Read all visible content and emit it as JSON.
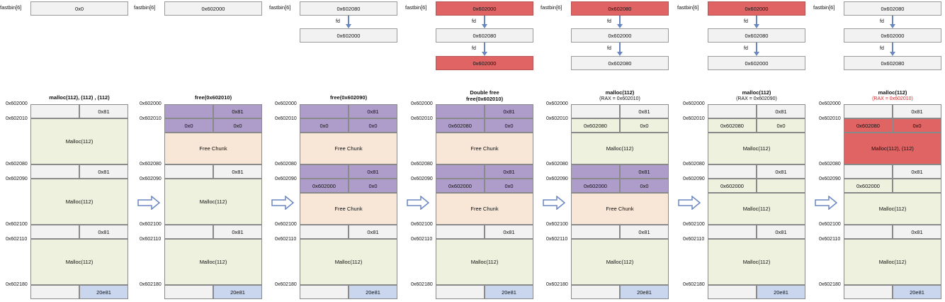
{
  "colors": {
    "grey": "#f2f2f2",
    "green": "#edf1dd",
    "purple": "#ae9dcb",
    "peach": "#f8e6d6",
    "blue": "#c9d6ee",
    "red": "#e06464",
    "arrow": "#6a86c0"
  },
  "addresses": [
    "0x602000",
    "0x602010",
    "0x602080",
    "0x602090",
    "0x602100",
    "0x602110",
    "0x602180"
  ],
  "fastbin_label": "fastbin[6]",
  "fd_label": "fd",
  "panels": [
    {
      "fastbin": [
        {
          "value": "0x0",
          "red": false
        }
      ],
      "title": "malloc(112), (112) , (112)",
      "subtitle": "",
      "subtitle_red": false,
      "memory": [
        {
          "h": 20,
          "cells": [
            {
              "t": "",
              "c": "grey",
              "w": 0.5
            },
            {
              "t": "0x81",
              "c": "grey",
              "w": 0.5
            }
          ]
        },
        {
          "h": 65,
          "cells": [
            {
              "t": "Malloc(112)",
              "c": "green",
              "w": 1
            }
          ]
        },
        {
          "h": 20,
          "cells": [
            {
              "t": "",
              "c": "grey",
              "w": 0.5
            },
            {
              "t": "0x81",
              "c": "grey",
              "w": 0.5
            }
          ]
        },
        {
          "h": 65,
          "cells": [
            {
              "t": "Malloc(112)",
              "c": "green",
              "w": 1
            }
          ]
        },
        {
          "h": 20,
          "cells": [
            {
              "t": "",
              "c": "grey",
              "w": 0.5
            },
            {
              "t": "0x81",
              "c": "grey",
              "w": 0.5
            }
          ]
        },
        {
          "h": 65,
          "cells": [
            {
              "t": "Malloc(112)",
              "c": "green",
              "w": 1
            }
          ]
        },
        {
          "h": 20,
          "cells": [
            {
              "t": "",
              "c": "grey",
              "w": 0.5
            },
            {
              "t": "20e81",
              "c": "blue",
              "w": 0.5
            }
          ]
        }
      ]
    },
    {
      "fastbin": [
        {
          "value": "0x602000",
          "red": false
        }
      ],
      "title": "free(0x602010)",
      "subtitle": "",
      "subtitle_red": false,
      "memory": [
        {
          "h": 20,
          "cells": [
            {
              "t": "",
              "c": "purple",
              "w": 0.5
            },
            {
              "t": "0x81",
              "c": "purple",
              "w": 0.5
            }
          ]
        },
        {
          "h": 20,
          "cells": [
            {
              "t": "0x0",
              "c": "purple",
              "w": 0.5
            },
            {
              "t": "0x0",
              "c": "purple",
              "w": 0.5
            }
          ]
        },
        {
          "h": 45,
          "cells": [
            {
              "t": "Free Chunk",
              "c": "peach",
              "w": 1
            }
          ]
        },
        {
          "h": 20,
          "cells": [
            {
              "t": "",
              "c": "grey",
              "w": 0.5
            },
            {
              "t": "0x81",
              "c": "grey",
              "w": 0.5
            }
          ]
        },
        {
          "h": 65,
          "cells": [
            {
              "t": "Malloc(112)",
              "c": "green",
              "w": 1
            }
          ]
        },
        {
          "h": 20,
          "cells": [
            {
              "t": "",
              "c": "grey",
              "w": 0.5
            },
            {
              "t": "0x81",
              "c": "grey",
              "w": 0.5
            }
          ]
        },
        {
          "h": 65,
          "cells": [
            {
              "t": "Malloc(112)",
              "c": "green",
              "w": 1
            }
          ]
        },
        {
          "h": 20,
          "cells": [
            {
              "t": "",
              "c": "grey",
              "w": 0.5
            },
            {
              "t": "20e81",
              "c": "blue",
              "w": 0.5
            }
          ]
        }
      ]
    },
    {
      "fastbin": [
        {
          "value": "0x602080",
          "red": false
        },
        {
          "value": "0x602000",
          "red": false
        }
      ],
      "title": "free(0x602090)",
      "subtitle": "",
      "subtitle_red": false,
      "memory": [
        {
          "h": 20,
          "cells": [
            {
              "t": "",
              "c": "purple",
              "w": 0.5
            },
            {
              "t": "0x81",
              "c": "purple",
              "w": 0.5
            }
          ]
        },
        {
          "h": 20,
          "cells": [
            {
              "t": "0x0",
              "c": "purple",
              "w": 0.5
            },
            {
              "t": "0x0",
              "c": "purple",
              "w": 0.5
            }
          ]
        },
        {
          "h": 45,
          "cells": [
            {
              "t": "Free Chunk",
              "c": "peach",
              "w": 1
            }
          ]
        },
        {
          "h": 20,
          "cells": [
            {
              "t": "",
              "c": "purple",
              "w": 0.5
            },
            {
              "t": "0x81",
              "c": "purple",
              "w": 0.5
            }
          ]
        },
        {
          "h": 20,
          "cells": [
            {
              "t": "0x602000",
              "c": "purple",
              "w": 0.5
            },
            {
              "t": "0x0",
              "c": "purple",
              "w": 0.5
            }
          ]
        },
        {
          "h": 45,
          "cells": [
            {
              "t": "Free Chunk",
              "c": "peach",
              "w": 1
            }
          ]
        },
        {
          "h": 20,
          "cells": [
            {
              "t": "",
              "c": "grey",
              "w": 0.5
            },
            {
              "t": "0x81",
              "c": "grey",
              "w": 0.5
            }
          ]
        },
        {
          "h": 65,
          "cells": [
            {
              "t": "Malloc(112)",
              "c": "green",
              "w": 1
            }
          ]
        },
        {
          "h": 20,
          "cells": [
            {
              "t": "",
              "c": "grey",
              "w": 0.5
            },
            {
              "t": "20e81",
              "c": "blue",
              "w": 0.5
            }
          ]
        }
      ]
    },
    {
      "fastbin": [
        {
          "value": "0x602000",
          "red": true
        },
        {
          "value": "0x602080",
          "red": false
        },
        {
          "value": "0x602000",
          "red": true
        }
      ],
      "title": "Double free",
      "subtitle": "free(0x602010)",
      "subtitle_red": false,
      "memory": [
        {
          "h": 20,
          "cells": [
            {
              "t": "",
              "c": "purple",
              "w": 0.5
            },
            {
              "t": "0x81",
              "c": "purple",
              "w": 0.5
            }
          ]
        },
        {
          "h": 20,
          "cells": [
            {
              "t": "0x602080",
              "c": "purple",
              "w": 0.5
            },
            {
              "t": "0x0",
              "c": "purple",
              "w": 0.5
            }
          ]
        },
        {
          "h": 45,
          "cells": [
            {
              "t": "Free Chunk",
              "c": "peach",
              "w": 1
            }
          ]
        },
        {
          "h": 20,
          "cells": [
            {
              "t": "",
              "c": "purple",
              "w": 0.5
            },
            {
              "t": "0x81",
              "c": "purple",
              "w": 0.5
            }
          ]
        },
        {
          "h": 20,
          "cells": [
            {
              "t": "0x602000",
              "c": "purple",
              "w": 0.5
            },
            {
              "t": "0x0",
              "c": "purple",
              "w": 0.5
            }
          ]
        },
        {
          "h": 45,
          "cells": [
            {
              "t": "Free Chunk",
              "c": "peach",
              "w": 1
            }
          ]
        },
        {
          "h": 20,
          "cells": [
            {
              "t": "",
              "c": "grey",
              "w": 0.5
            },
            {
              "t": "0x81",
              "c": "grey",
              "w": 0.5
            }
          ]
        },
        {
          "h": 65,
          "cells": [
            {
              "t": "Malloc(112)",
              "c": "green",
              "w": 1
            }
          ]
        },
        {
          "h": 20,
          "cells": [
            {
              "t": "",
              "c": "grey",
              "w": 0.5
            },
            {
              "t": "20e81",
              "c": "blue",
              "w": 0.5
            }
          ]
        }
      ]
    },
    {
      "fastbin": [
        {
          "value": "0x602080",
          "red": true
        },
        {
          "value": "0x602000",
          "red": false
        },
        {
          "value": "0x602080",
          "red": false
        }
      ],
      "title": "malloc(112)",
      "subtitle": "(RAX = 0x602010)",
      "subtitle_red": false,
      "memory": [
        {
          "h": 20,
          "cells": [
            {
              "t": "",
              "c": "grey",
              "w": 0.5
            },
            {
              "t": "0x81",
              "c": "grey",
              "w": 0.5
            }
          ]
        },
        {
          "h": 20,
          "cells": [
            {
              "t": "0x602080",
              "c": "green",
              "w": 0.5
            },
            {
              "t": "0x0",
              "c": "green",
              "w": 0.5
            }
          ]
        },
        {
          "h": 45,
          "cells": [
            {
              "t": "Malloc(112)",
              "c": "green",
              "w": 1
            }
          ]
        },
        {
          "h": 20,
          "cells": [
            {
              "t": "",
              "c": "purple",
              "w": 0.5
            },
            {
              "t": "0x81",
              "c": "purple",
              "w": 0.5
            }
          ]
        },
        {
          "h": 20,
          "cells": [
            {
              "t": "0x602000",
              "c": "purple",
              "w": 0.5
            },
            {
              "t": "0x0",
              "c": "purple",
              "w": 0.5
            }
          ]
        },
        {
          "h": 45,
          "cells": [
            {
              "t": "Free Chunk",
              "c": "peach",
              "w": 1
            }
          ]
        },
        {
          "h": 20,
          "cells": [
            {
              "t": "",
              "c": "grey",
              "w": 0.5
            },
            {
              "t": "0x81",
              "c": "grey",
              "w": 0.5
            }
          ]
        },
        {
          "h": 65,
          "cells": [
            {
              "t": "Malloc(112)",
              "c": "green",
              "w": 1
            }
          ]
        },
        {
          "h": 20,
          "cells": [
            {
              "t": "",
              "c": "grey",
              "w": 0.5
            },
            {
              "t": "20e81",
              "c": "blue",
              "w": 0.5
            }
          ]
        }
      ]
    },
    {
      "fastbin": [
        {
          "value": "0x602000",
          "red": true
        },
        {
          "value": "0x602080",
          "red": false
        },
        {
          "value": "0x602000",
          "red": false
        }
      ],
      "title": "malloc(112)",
      "subtitle": "(RAX = 0x602090)",
      "subtitle_red": false,
      "memory": [
        {
          "h": 20,
          "cells": [
            {
              "t": "",
              "c": "grey",
              "w": 0.5
            },
            {
              "t": "0x81",
              "c": "grey",
              "w": 0.5
            }
          ]
        },
        {
          "h": 20,
          "cells": [
            {
              "t": "0x602080",
              "c": "green",
              "w": 0.5
            },
            {
              "t": "0x0",
              "c": "green",
              "w": 0.5
            }
          ]
        },
        {
          "h": 45,
          "cells": [
            {
              "t": "Malloc(112)",
              "c": "green",
              "w": 1
            }
          ]
        },
        {
          "h": 20,
          "cells": [
            {
              "t": "",
              "c": "grey",
              "w": 0.5
            },
            {
              "t": "0x81",
              "c": "grey",
              "w": 0.5
            }
          ]
        },
        {
          "h": 20,
          "cells": [
            {
              "t": "0x602000",
              "c": "green",
              "w": 0.5
            },
            {
              "t": "",
              "c": "green",
              "w": 0.5
            }
          ]
        },
        {
          "h": 45,
          "cells": [
            {
              "t": "Malloc(112)",
              "c": "green",
              "w": 1
            }
          ]
        },
        {
          "h": 20,
          "cells": [
            {
              "t": "",
              "c": "grey",
              "w": 0.5
            },
            {
              "t": "0x81",
              "c": "grey",
              "w": 0.5
            }
          ]
        },
        {
          "h": 65,
          "cells": [
            {
              "t": "Malloc(112)",
              "c": "green",
              "w": 1
            }
          ]
        },
        {
          "h": 20,
          "cells": [
            {
              "t": "",
              "c": "grey",
              "w": 0.5
            },
            {
              "t": "20e81",
              "c": "blue",
              "w": 0.5
            }
          ]
        }
      ]
    },
    {
      "fastbin": [
        {
          "value": "0x602080",
          "red": false
        },
        {
          "value": "0x602000",
          "red": false
        },
        {
          "value": "0x602080",
          "red": false
        }
      ],
      "title": "malloc(112)",
      "subtitle": "(RAX = 0x602010)",
      "subtitle_red": true,
      "memory": [
        {
          "h": 20,
          "cells": [
            {
              "t": "",
              "c": "grey",
              "w": 0.5
            },
            {
              "t": "0x81",
              "c": "grey",
              "w": 0.5
            }
          ]
        },
        {
          "h": 20,
          "cells": [
            {
              "t": "0x602080",
              "c": "red",
              "w": 0.5
            },
            {
              "t": "0x0",
              "c": "red",
              "w": 0.5
            }
          ]
        },
        {
          "h": 45,
          "cells": [
            {
              "t": "Malloc(112), (112)",
              "c": "red",
              "w": 1
            }
          ]
        },
        {
          "h": 20,
          "cells": [
            {
              "t": "",
              "c": "grey",
              "w": 0.5
            },
            {
              "t": "0x81",
              "c": "grey",
              "w": 0.5
            }
          ]
        },
        {
          "h": 20,
          "cells": [
            {
              "t": "0x602000",
              "c": "green",
              "w": 0.5
            },
            {
              "t": "",
              "c": "green",
              "w": 0.5
            }
          ]
        },
        {
          "h": 45,
          "cells": [
            {
              "t": "Malloc(112)",
              "c": "green",
              "w": 1
            }
          ]
        },
        {
          "h": 20,
          "cells": [
            {
              "t": "",
              "c": "grey",
              "w": 0.5
            },
            {
              "t": "0x81",
              "c": "grey",
              "w": 0.5
            }
          ]
        },
        {
          "h": 65,
          "cells": [
            {
              "t": "Malloc(112)",
              "c": "green",
              "w": 1
            }
          ]
        },
        {
          "h": 20,
          "cells": [
            {
              "t": "",
              "c": "grey",
              "w": 0.5
            },
            {
              "t": "20e81",
              "c": "blue",
              "w": 0.5
            }
          ]
        }
      ]
    }
  ]
}
